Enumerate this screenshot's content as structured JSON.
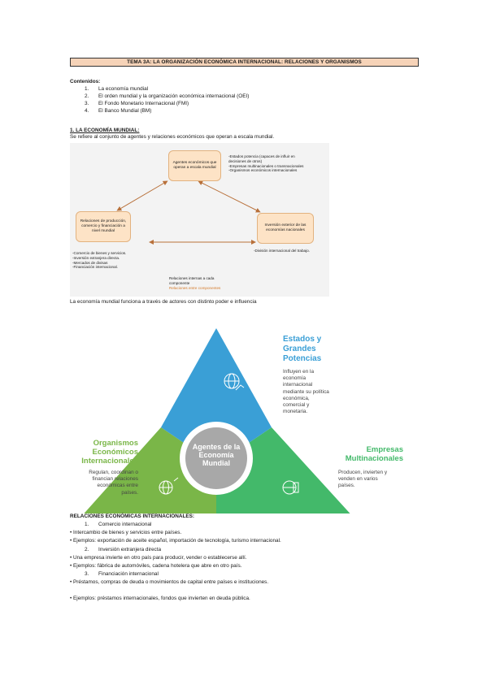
{
  "title": "TEMA 3A: LA ORGANIZACIÓN ECONÓMICA INTERNACIONAL: RELACIONES Y ORGANISMOS",
  "contents": {
    "heading": "Contenidos:",
    "items": [
      {
        "num": "1.",
        "text": "La economía mundial"
      },
      {
        "num": "2.",
        "text": "El orden mundial y la organización económica internacional (OEI)"
      },
      {
        "num": "3.",
        "text": "El Fondo Monetario Internacional (FMI)"
      },
      {
        "num": "4.",
        "text": "El Banco Mundial (BM)"
      }
    ]
  },
  "section1": {
    "heading": "1. LA ECONOMÍA MUNDIAL:",
    "intro": "Se refiere al conjunto de agentes y relaciones económicos que operan a escala mundial.",
    "after": "La economía mundial funciona a través de actores con distinto poder e influencia"
  },
  "diagram1": {
    "top_box": "Agentes económicos que operan a escala mundial",
    "left_box": "Relaciones de producción, comercio y financiación a nivel mundial",
    "right_box": "Inversión exterior de las economías nacionales",
    "top_notes": [
      "-Estados potencia (capaces de influir en",
      "decisiones de otros)",
      "-Empresas multinacionales o transnacionales",
      "-Organismos económicos internacionales"
    ],
    "left_notes": [
      "-Comercio de bienes y servicios.",
      "-Inversión extranjera directa.",
      "-Mercados de divisas",
      "-Financiación internacional."
    ],
    "right_note": "-División internacional del trabajo.",
    "center_notes": [
      "Relaciones internas a cada",
      "componente"
    ],
    "center_note_colored": "Relaciones entre componentes",
    "colors": {
      "box_fill": "#fde3c6",
      "arrow": "#b8703a",
      "note_colored": "#d47a2a"
    }
  },
  "diagram2": {
    "center": [
      "Agentes de la",
      "Economía",
      "Mundial"
    ],
    "top": {
      "title": [
        "Estados y",
        "Grandes",
        "Potencias"
      ],
      "body": [
        "Influyen en la",
        "economía",
        "internacional",
        "mediante su política",
        "económica,",
        "comercial y",
        "monetaria."
      ],
      "color": "#3a9fd6"
    },
    "left": {
      "title": [
        "Organismos",
        "Económicos",
        "Internacionales"
      ],
      "body": [
        "Regulan, coordinan o",
        "financian relaciones",
        "económicas entre",
        "países."
      ],
      "color": "#7ab648"
    },
    "right": {
      "title": [
        "Empresas",
        "Multinacionales"
      ],
      "body": [
        "Producen, invierten y",
        "venden en varios",
        "países."
      ],
      "color": "#43b96a"
    },
    "icons": {
      "top": "globe-growth-icon",
      "left": "globe-network-icon",
      "right": "globe-buildings-icon"
    }
  },
  "relations": {
    "heading": "RELACIONES ECONÓMICAS INTERNACIONALES:",
    "lines": [
      {
        "kind": "num",
        "num": "1.",
        "text": "Comercio internacional"
      },
      {
        "kind": "bullet",
        "text": "• Intercambio de bienes y servicios entre países."
      },
      {
        "kind": "bullet",
        "text": "• Ejemplos: exportación de aceite español, importación de tecnología, turismo internacional."
      },
      {
        "kind": "num",
        "num": "2.",
        "text": "Inversión extranjera directa"
      },
      {
        "kind": "bullet",
        "text": "• Una empresa invierte en otro país para producir, vender o establecerse allí."
      },
      {
        "kind": "bullet",
        "text": "• Ejemplos: fábrica de automóviles, cadena hotelera que abre en otro país."
      },
      {
        "kind": "num",
        "num": "3.",
        "text": "Financiación internacional"
      },
      {
        "kind": "bullet",
        "text": "• Préstamos, compras de deuda o movimientos de capital entre países e instituciones."
      },
      {
        "kind": "bullet_gap",
        "text": "• Ejemplos: préstamos internacionales, fondos que invierten en deuda pública."
      }
    ]
  }
}
